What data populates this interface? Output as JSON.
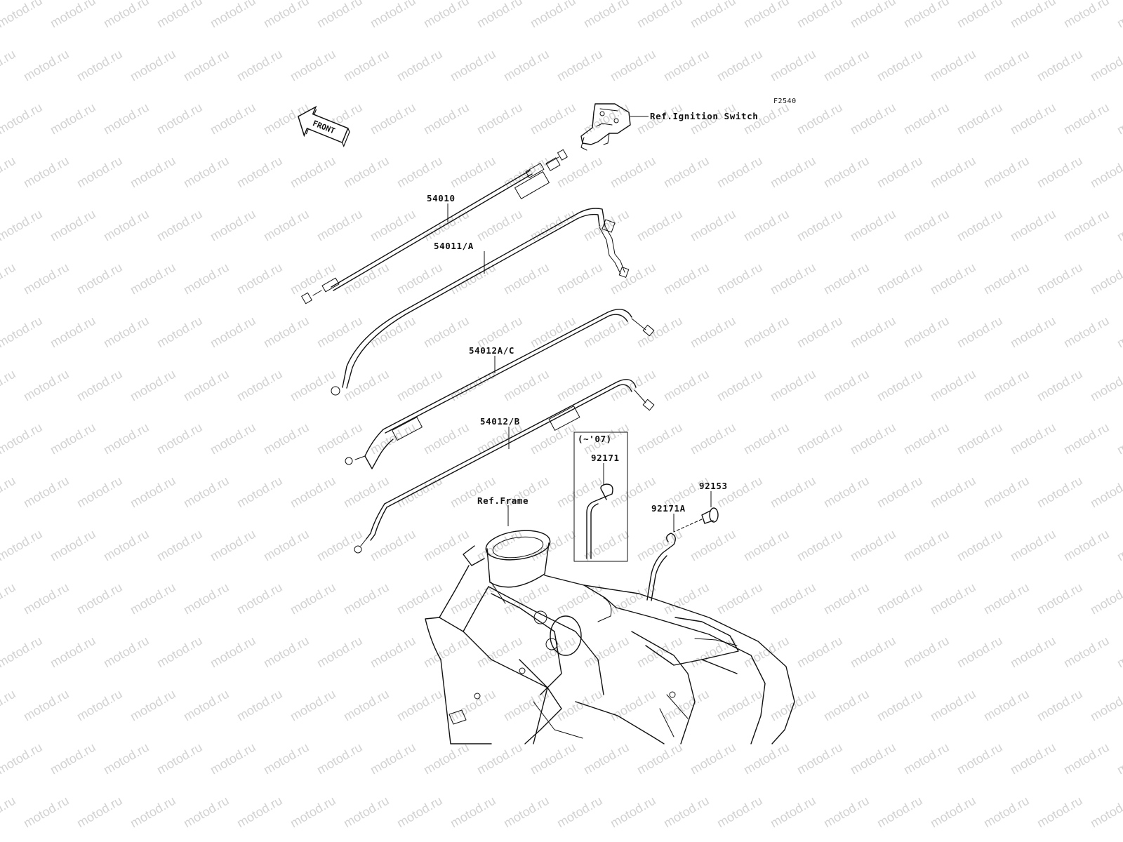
{
  "figure_code": "F2540",
  "front_label": "FRONT",
  "ref_ignition_switch": "Ref.Ignition Switch",
  "ref_frame": "Ref.Frame",
  "inset_label": "(~'07)",
  "labels": [
    "54010",
    "54011/A",
    "54012A/C",
    "54012/B",
    "92171",
    "92153",
    "92171A"
  ],
  "watermark_text": "motod.ru"
}
